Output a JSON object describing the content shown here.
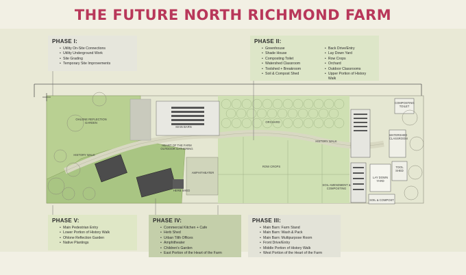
{
  "title": "THE FUTURE NORTH RICHMOND FARM",
  "colors": {
    "title": "#b8375a",
    "phase1_box": "#e6e6dc",
    "phase2_box": "#dde6c8",
    "phase3_box": "#e3e3d8",
    "phase4_box": "#c4cfaa",
    "phase5_box": "#dfe7c6",
    "green_area": "#b9d092",
    "field_area": "#cfe0b3"
  },
  "phases": {
    "p1": {
      "title": "PHASE I:",
      "items": [
        "Utility On-Site Connections",
        "Utility Underground Work",
        "Site Grading",
        "Temporary Site Improvements"
      ]
    },
    "p2": {
      "title": "PHASE II:",
      "col1": [
        "Greenhouse",
        "Shade House",
        "Composting Toilet",
        "Watershed Classroom",
        "Toolshed + Breakroom",
        "Soil & Compost Shed"
      ],
      "col2": [
        "Back Drive/Entry",
        "Lay Down Yard",
        "Row Crops",
        "Orchard",
        "Outdoor Classrooms",
        "Upper Portion of History Walk"
      ]
    },
    "p3": {
      "title": "PHASE III:",
      "items": [
        "Main Barn: Farm Stand",
        "Main Barn: Wash & Pack",
        "Main Barn: Multipurpose Room",
        "Front Drive/Entry",
        "Middle Portion of History Walk",
        "West Portion of the Heart of the Farm"
      ]
    },
    "p4": {
      "title": "PHASE IV:",
      "items": [
        "Commercial Kitchen + Cafe",
        "Herb Shed",
        "Urban Tilth Offices",
        "Amphitheater",
        "Children's Garden",
        "East Portion of the Heart of the Farm"
      ]
    },
    "p5": {
      "title": "PHASE V:",
      "items": [
        "Main Pedestrian Entry",
        "Lower Portion of History Walk",
        "Ohlone Reflection Garden",
        "Native Plantings"
      ]
    }
  },
  "map_labels": {
    "ohlone": "OHLONE REFLECTION GARDEN",
    "history_walk_left": "HISTORY WALK",
    "main_barn": "MAIN BARN",
    "heart": "HEART OF THE FARM OUTDOOR GATHERING",
    "orchard": "ORCHARD",
    "history_walk_right": "HISTORY WALK",
    "row_crops": "ROW CROPS",
    "amphitheater": "AMPHITHEATER",
    "herb_shed": "HERB SHED",
    "soil_amendment": "SOIL AMENDMENT & COMPOSTING",
    "composting_toilet": "COMPOSTING TOILET",
    "watershed_classroom": "WATERSHED CLASSROOM",
    "lay_down_yard": "LAY DOWN YARD",
    "toolshed": "TOOL SHED",
    "soil_compost": "SOIL & COMPOST"
  }
}
